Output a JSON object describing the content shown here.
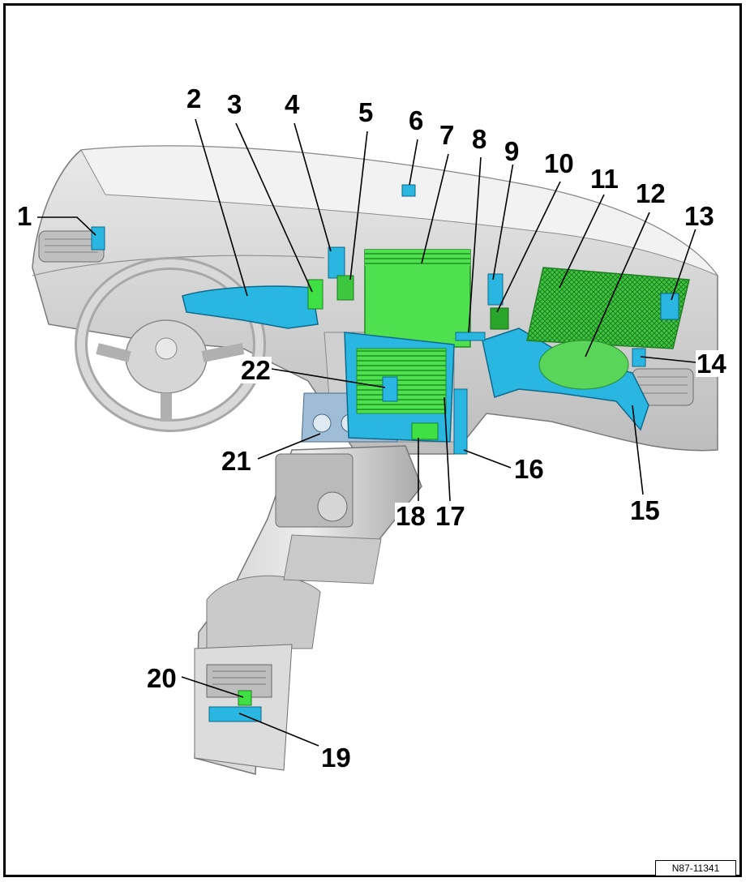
{
  "callouts": [
    "1",
    "2",
    "3",
    "4",
    "5",
    "6",
    "7",
    "8",
    "9",
    "10",
    "11",
    "12",
    "13",
    "14",
    "15",
    "16",
    "17",
    "18",
    "19",
    "20",
    "21",
    "22"
  ],
  "figure_ref": "N87-11341",
  "colors": {
    "component_blue": "#29b6e0",
    "component_green": "#3ee043",
    "dash_grey": "#d4d4d4",
    "leader": "#000000"
  }
}
